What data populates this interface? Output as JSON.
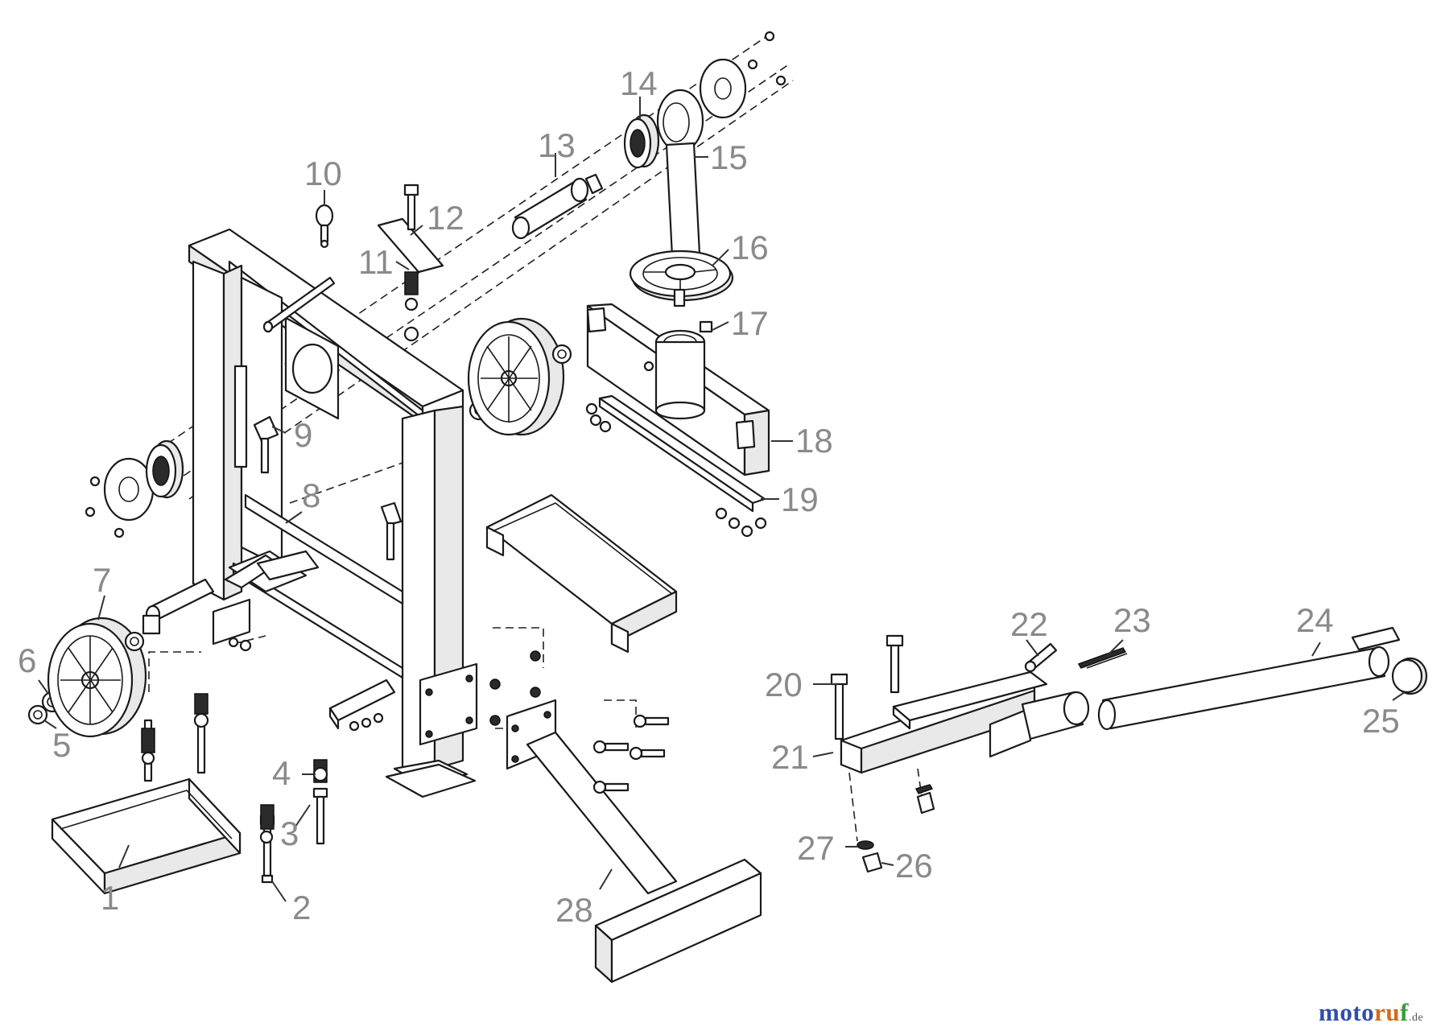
{
  "labels": [
    {
      "id": "1",
      "text": "1"
    },
    {
      "id": "2",
      "text": "2"
    },
    {
      "id": "3",
      "text": "3"
    },
    {
      "id": "4",
      "text": "4"
    },
    {
      "id": "5",
      "text": "5"
    },
    {
      "id": "6",
      "text": "6"
    },
    {
      "id": "7",
      "text": "7"
    },
    {
      "id": "8",
      "text": "8"
    },
    {
      "id": "9",
      "text": "9"
    },
    {
      "id": "10",
      "text": "10"
    },
    {
      "id": "11",
      "text": "11"
    },
    {
      "id": "12",
      "text": "12"
    },
    {
      "id": "13",
      "text": "13"
    },
    {
      "id": "14",
      "text": "14"
    },
    {
      "id": "15",
      "text": "15"
    },
    {
      "id": "16",
      "text": "16"
    },
    {
      "id": "17",
      "text": "17"
    },
    {
      "id": "18",
      "text": "18"
    },
    {
      "id": "19",
      "text": "19"
    },
    {
      "id": "20",
      "text": "20"
    },
    {
      "id": "21",
      "text": "21"
    },
    {
      "id": "22",
      "text": "22"
    },
    {
      "id": "23",
      "text": "23"
    },
    {
      "id": "24",
      "text": "24"
    },
    {
      "id": "25",
      "text": "25"
    },
    {
      "id": "26",
      "text": "26"
    },
    {
      "id": "27",
      "text": "27"
    },
    {
      "id": "28",
      "text": "28"
    }
  ],
  "watermark": {
    "part1": "moto",
    "part2": "ru",
    "part3": "f",
    "suffix": ".de"
  }
}
